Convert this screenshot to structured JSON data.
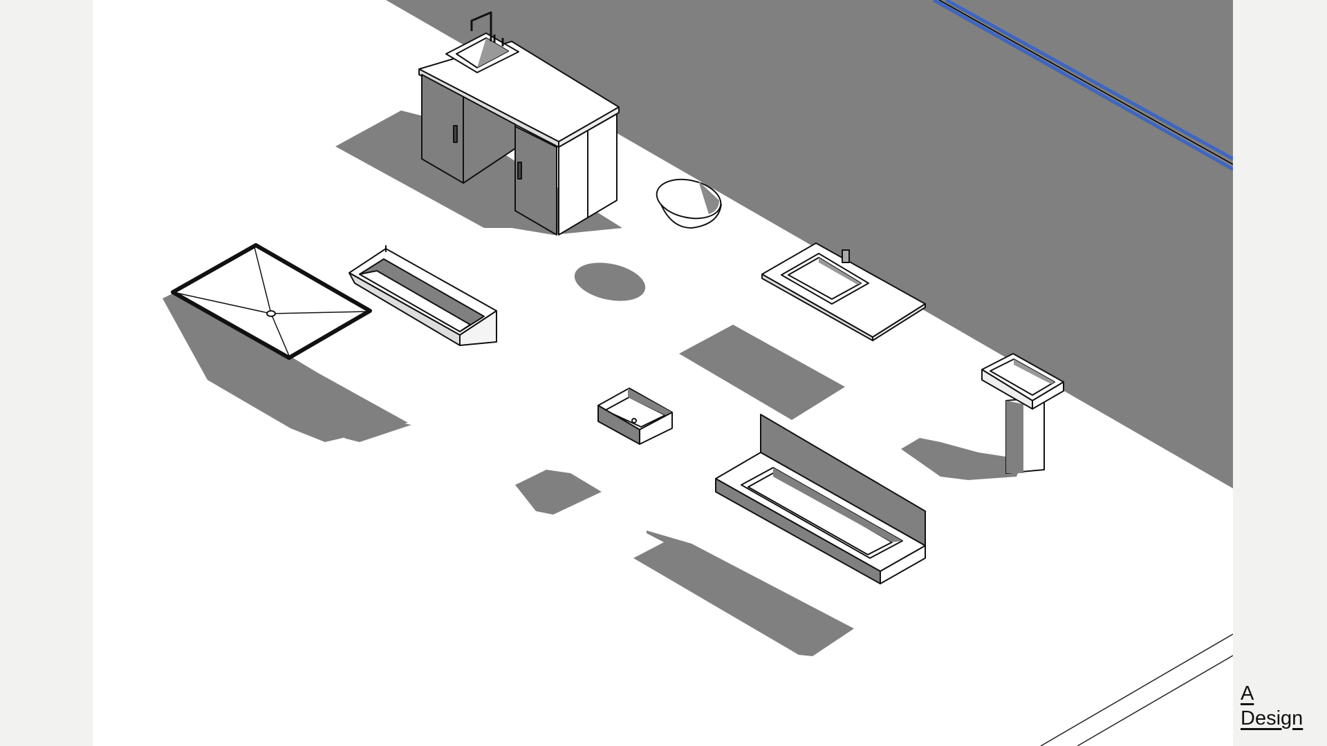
{
  "slide": {
    "background": "#f2f2f1",
    "viewport_background": "#ffffff",
    "wall_color": "#808080",
    "shadow_color": "#808080",
    "grid_line_color": "#3f66bf"
  },
  "scene": {
    "view_type": "isometric 3D model view",
    "objects": [
      {
        "name": "cabinet-sink-unit"
      },
      {
        "name": "vessel-bowl-sink"
      },
      {
        "name": "shower-tray"
      },
      {
        "name": "wall-trough-sink"
      },
      {
        "name": "countertop-vanity-sink"
      },
      {
        "name": "rectangular-vessel-basin"
      },
      {
        "name": "trough-sink-with-backsplash"
      },
      {
        "name": "pedestal-basin"
      }
    ]
  },
  "logo": {
    "line1": "A",
    "line2": "Design"
  }
}
